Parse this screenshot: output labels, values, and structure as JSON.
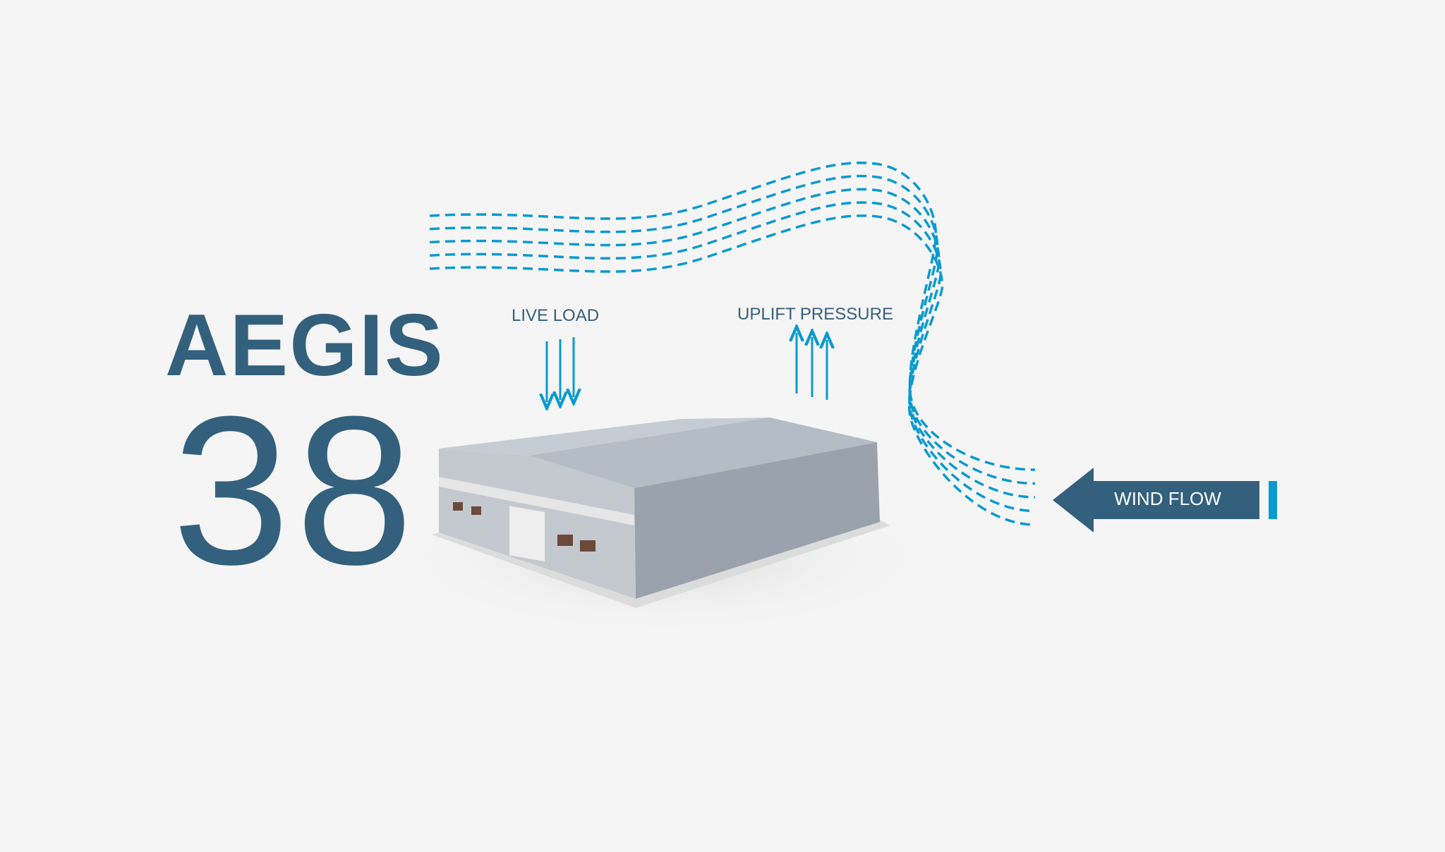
{
  "brand": {
    "name": "AEGIS",
    "model": "38"
  },
  "labels": {
    "live_load": "LIVE LOAD",
    "uplift_pressure": "UPLIFT PRESSURE",
    "wind_flow": "WIND FLOW"
  },
  "colors": {
    "primary": "#33607d",
    "accent": "#0a9ad0",
    "background": "#f5f5f5"
  }
}
